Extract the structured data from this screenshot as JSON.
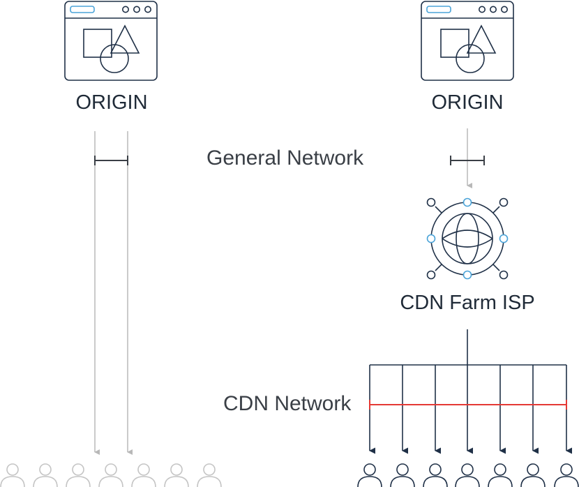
{
  "labels": {
    "origin_left": "ORIGIN",
    "origin_right": "ORIGIN",
    "general_network": "General Network",
    "cdn_farm": "CDN Farm ISP",
    "cdn_network": "CDN Network"
  },
  "colors": {
    "navy": "#1f3047",
    "accent_blue": "#4aa3d8",
    "gray_line": "#b8b8b8",
    "gray_user": "#c4c4c4",
    "red_line": "#e53935",
    "bracket": "#3a3f46"
  },
  "icons": {
    "origin": "browser-window-shapes-icon",
    "cdn": "globe-network-hub-icon",
    "user": "user-icon"
  },
  "users": {
    "left_count": 7,
    "right_count": 7
  }
}
